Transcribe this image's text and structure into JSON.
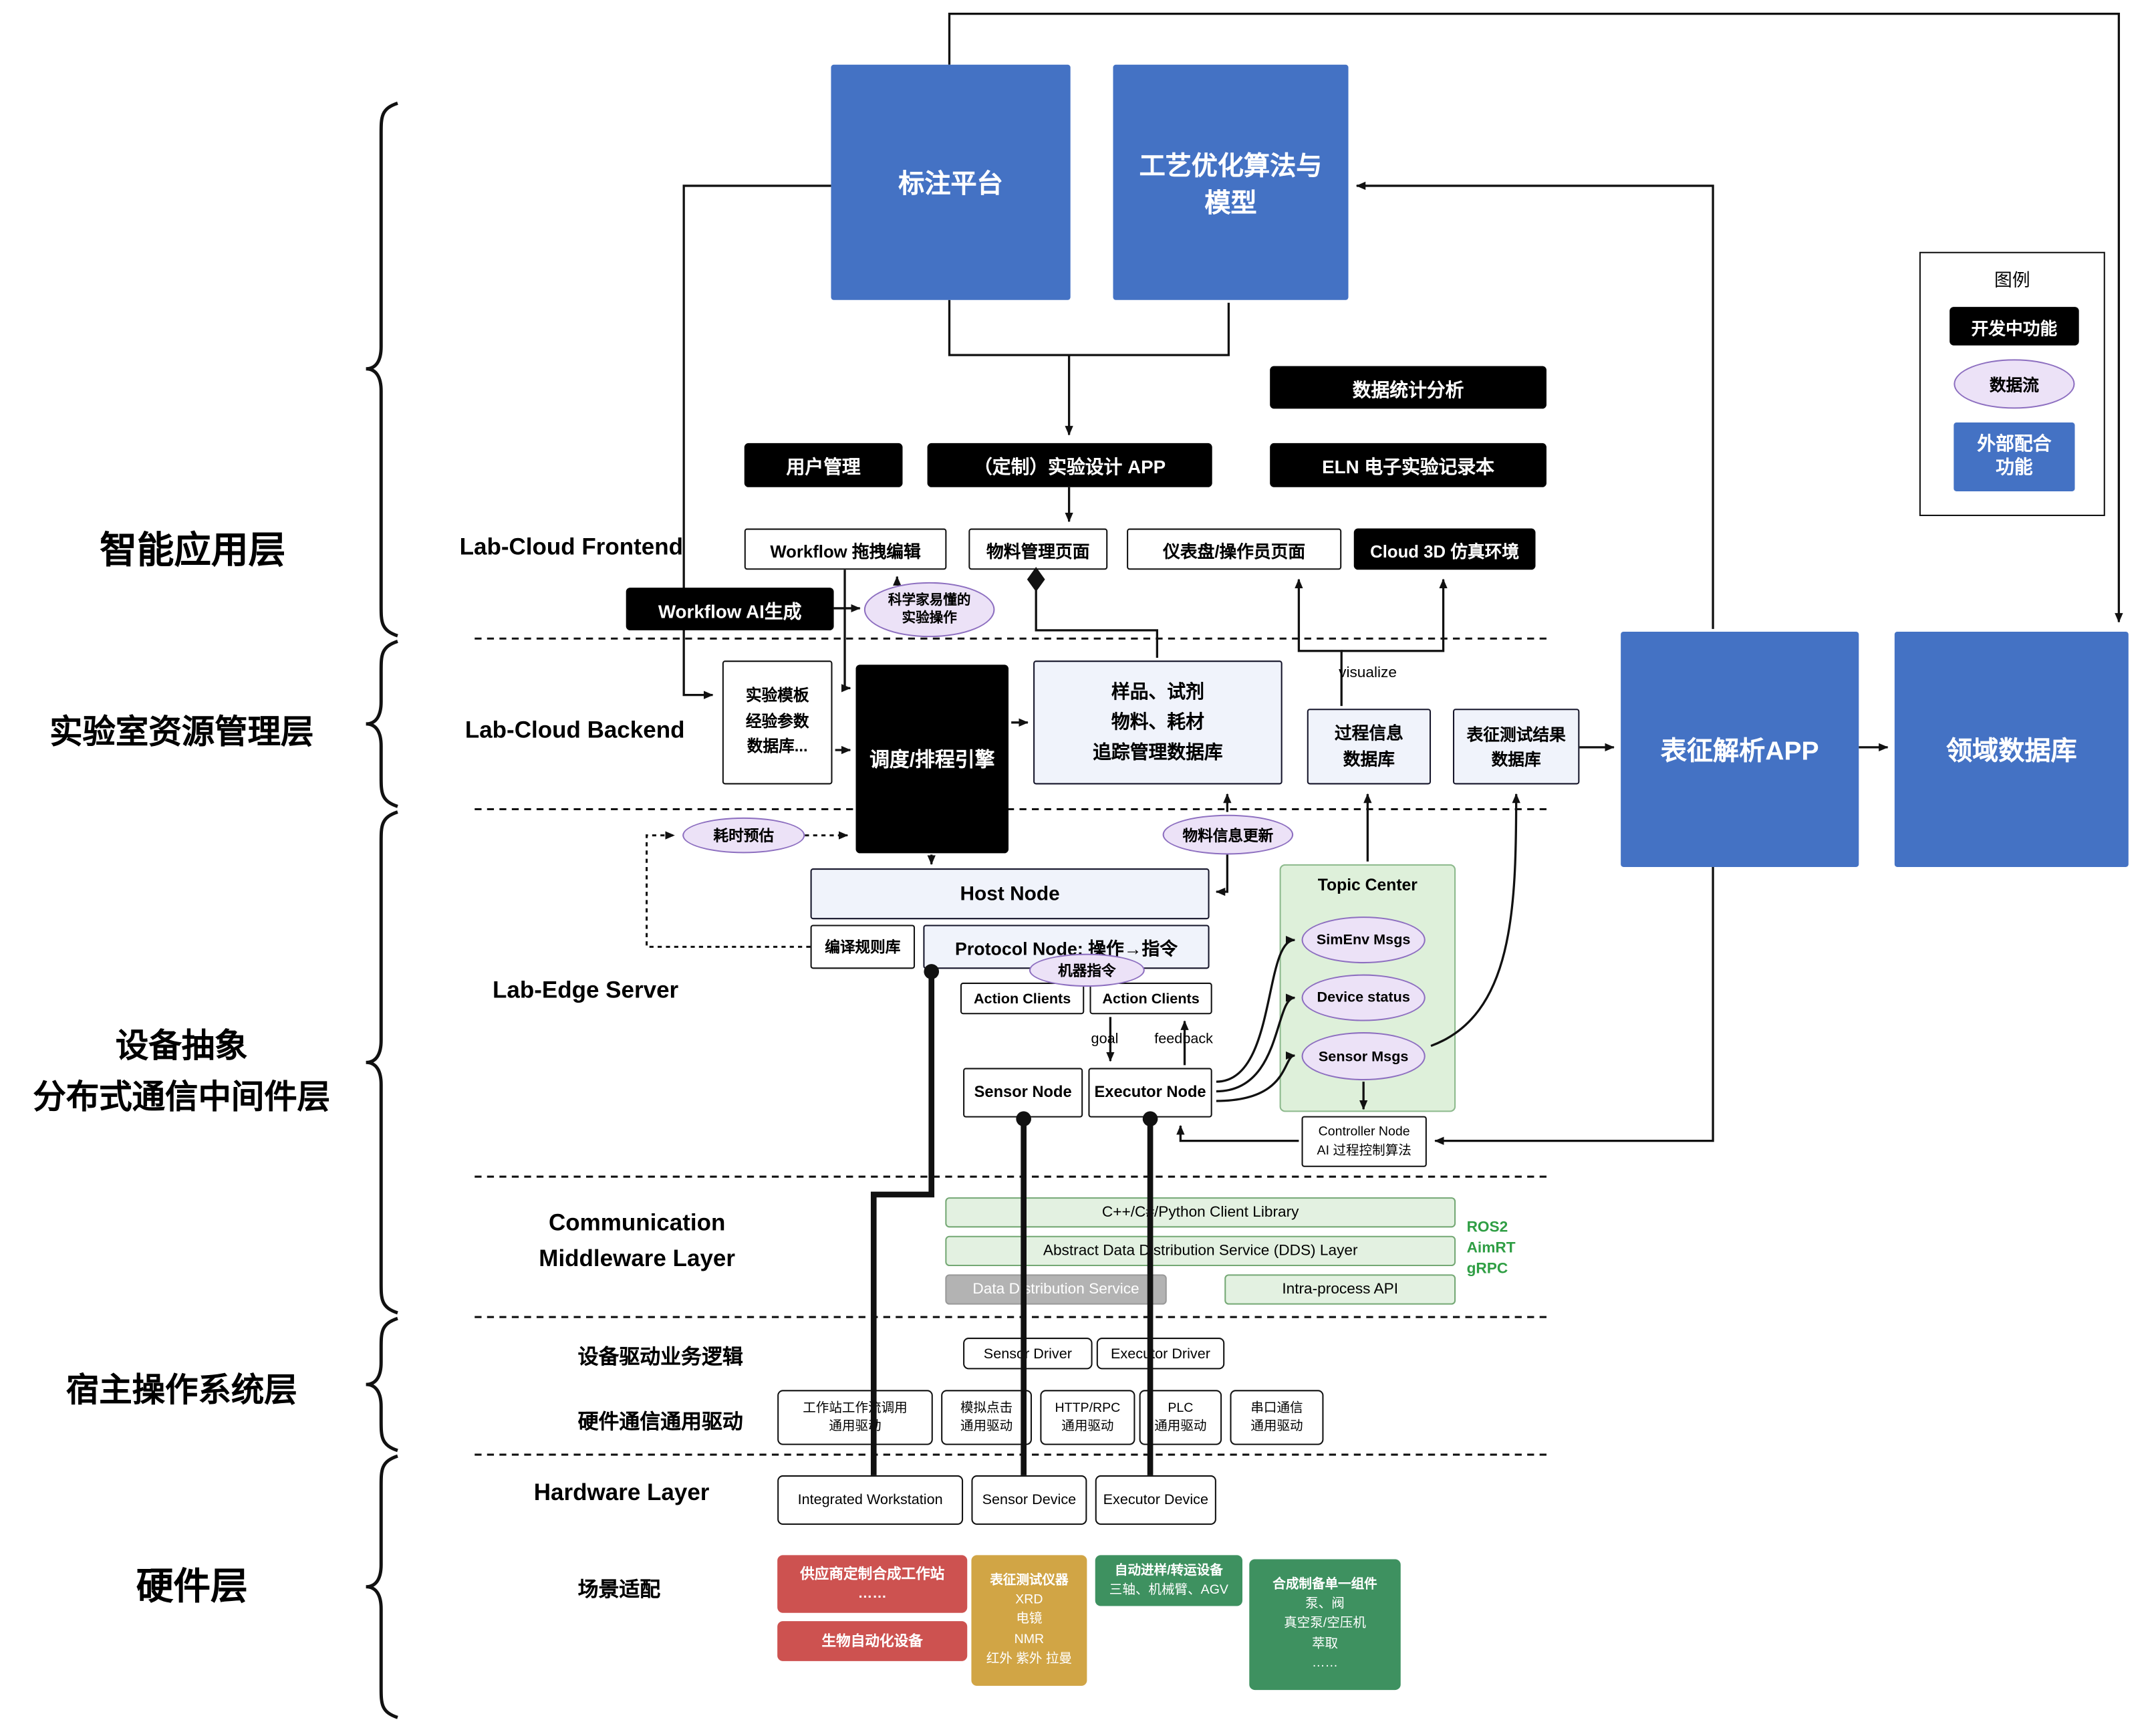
{
  "top": {
    "annotation_platform": "标注平台",
    "process_optimization": "工艺优化算法与模型"
  },
  "legend": {
    "title": "图例",
    "dev_feature": "开发中功能",
    "data_flow": "数据流",
    "external_line1": "外部配合",
    "external_line2": "功能"
  },
  "layer_labels": {
    "app": "智能应用层",
    "resource": "实验室资源管理层",
    "abstraction_line1": "设备抽象",
    "abstraction_line2": "分布式通信中间件层",
    "host_os": "宿主操作系统层",
    "hardware": "硬件层"
  },
  "frontend": {
    "section_label": "Lab-Cloud Frontend",
    "stats": "数据统计分析",
    "user_mgmt": "用户管理",
    "custom_app": "（定制）实验设计 APP",
    "eln": "ELN 电子实验记录本",
    "workflow_edit": "Workflow 拖拽编辑",
    "material_page": "物料管理页面",
    "dashboard_page": "仪表盘/操作员页面",
    "cloud_3d": "Cloud 3D 仿真环境",
    "workflow_ai": "Workflow AI生成",
    "sci_ops_line1": "科学家易懂的",
    "sci_ops_line2": "实验操作"
  },
  "backend": {
    "section_label": "Lab-Cloud Backend",
    "template_db_line1": "实验模板",
    "template_db_line2": "经验参数",
    "template_db_line3": "数据库...",
    "scheduler": "调度/排程引擎",
    "material_db_line1": "样品、试剂",
    "material_db_line2": "物料、耗材",
    "material_db_line3": "追踪管理数据库",
    "visualize": "visualize",
    "process_db_line1": "过程信息",
    "process_db_line2": "数据库",
    "char_db_line1": "表征测试结果",
    "char_db_line2": "数据库",
    "char_app": "表征解析APP",
    "domain_db": "领域数据库",
    "time_estimate": "耗时预估",
    "material_update": "物料信息更新"
  },
  "edge": {
    "section_label": "Lab-Edge Server",
    "host_node": "Host Node",
    "compile_rules": "编译规则库",
    "protocol_node": "Protocol Node: 操作→指令",
    "machine_cmd": "机器指令",
    "action_clients_1": "Action Clients",
    "action_clients_2": "Action Clients",
    "goal": "goal",
    "feedback": "feedback",
    "sensor_node": "Sensor Node",
    "executor_node": "Executor Node",
    "topic_center": "Topic Center",
    "simenv_msgs": "SimEnv Msgs",
    "device_status": "Device status",
    "sensor_msgs": "Sensor Msgs",
    "controller_line1": "Controller Node",
    "controller_line2": "AI 过程控制算法"
  },
  "middleware": {
    "label_line1": "Communication",
    "label_line2": "Middleware Layer",
    "client_lib": "C++/C#/Python Client Library",
    "dds_layer": "Abstract Data Distribution Service (DDS) Layer",
    "dds_service": "Data Distribution Service",
    "intra_api": "Intra-process API",
    "ros2": "ROS2",
    "aimrt": "AimRT",
    "grpc": "gRPC"
  },
  "host_os": {
    "driver_logic": "设备驱动业务逻辑",
    "sensor_driver": "Sensor Driver",
    "executor_driver": "Executor Driver",
    "hw_comm": "硬件通信通用驱动",
    "drv1_line1": "工作站工作流调用",
    "drv1_line2": "通用驱动",
    "drv2_line1": "模拟点击",
    "drv2_line2": "通用驱动",
    "drv3_line1": "HTTP/RPC",
    "drv3_line2": "通用驱动",
    "drv4_line1": "PLC",
    "drv4_line2": "通用驱动",
    "drv5_line1": "串口通信",
    "drv5_line2": "通用驱动"
  },
  "hardware": {
    "section_label": "Hardware Layer",
    "workstation": "Integrated Workstation",
    "sensor_device": "Sensor Device",
    "executor_device": "Executor Device",
    "scenario": "场景适配",
    "vendor_line1": "供应商定制合成工作站",
    "vendor_line2": "……",
    "bio": "生物自动化设备",
    "char_title": "表征测试仪器",
    "char_line1": "XRD",
    "char_line2": "电镜",
    "char_line3": "NMR",
    "char_line4": "红外 紫外 拉曼",
    "transfer_title": "自动进样/转运设备",
    "transfer_line1": "三轴、机械臂、AGV",
    "synth_title": "合成制备单一组件",
    "synth_line1": "泵、阀",
    "synth_line2": "真空泵/空压机",
    "synth_line3": "萃取",
    "synth_line4": "……"
  },
  "colors": {
    "blue": "#4472c4",
    "black": "#000000",
    "purple_fill": "#ece2f7",
    "green_fill": "#e3f1e1",
    "topic_green": "#def0da",
    "red": "#cd5250",
    "gold": "#d1a545",
    "dark_green": "#3e9160",
    "gray": "#b3b3b3",
    "green_text": "#2f9e44"
  }
}
